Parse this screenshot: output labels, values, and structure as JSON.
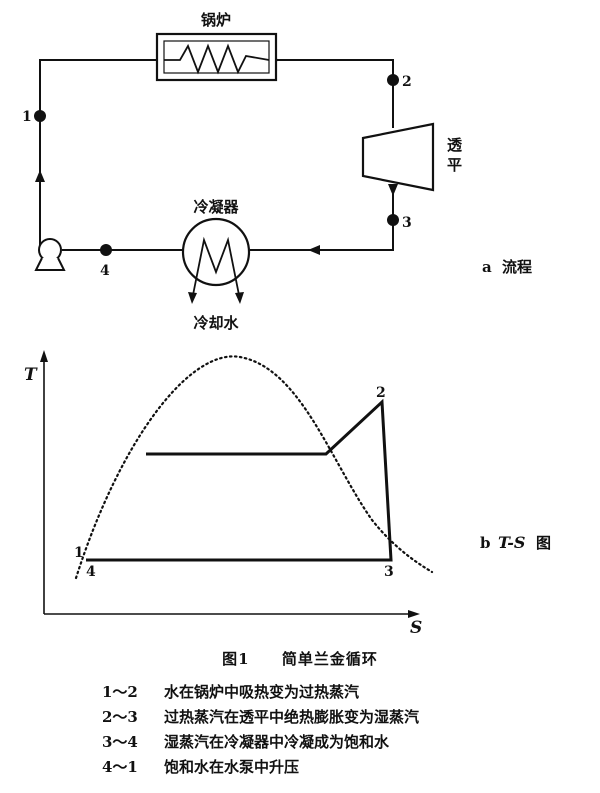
{
  "flow": {
    "boiler_label": "锅炉",
    "turbine_label": "透平",
    "condenser_label": "冷凝器",
    "cooling_water_label": "冷却水",
    "points": [
      "1",
      "2",
      "3",
      "4"
    ],
    "panel_label_letter": "a",
    "panel_label_text": "流程"
  },
  "ts": {
    "y_axis": "T",
    "x_axis": "S",
    "points": [
      "1",
      "2",
      "3",
      "4"
    ],
    "panel_label_letter": "b",
    "panel_label_text": "T-S",
    "panel_label_suffix": "图"
  },
  "caption": {
    "figure_number": "图1",
    "title": "简单兰金循环"
  },
  "legend": [
    {
      "range": "1～2",
      "text": "水在锅炉中吸热变为过热蒸汽"
    },
    {
      "range": "2～3",
      "text": "过热蒸汽在透平中绝热膨胀变为湿蒸汽"
    },
    {
      "range": "3～4",
      "text": "湿蒸汽在冷凝器中冷凝成为饱和水"
    },
    {
      "range": "4～1",
      "text": "饱和水在水泵中升压"
    }
  ]
}
